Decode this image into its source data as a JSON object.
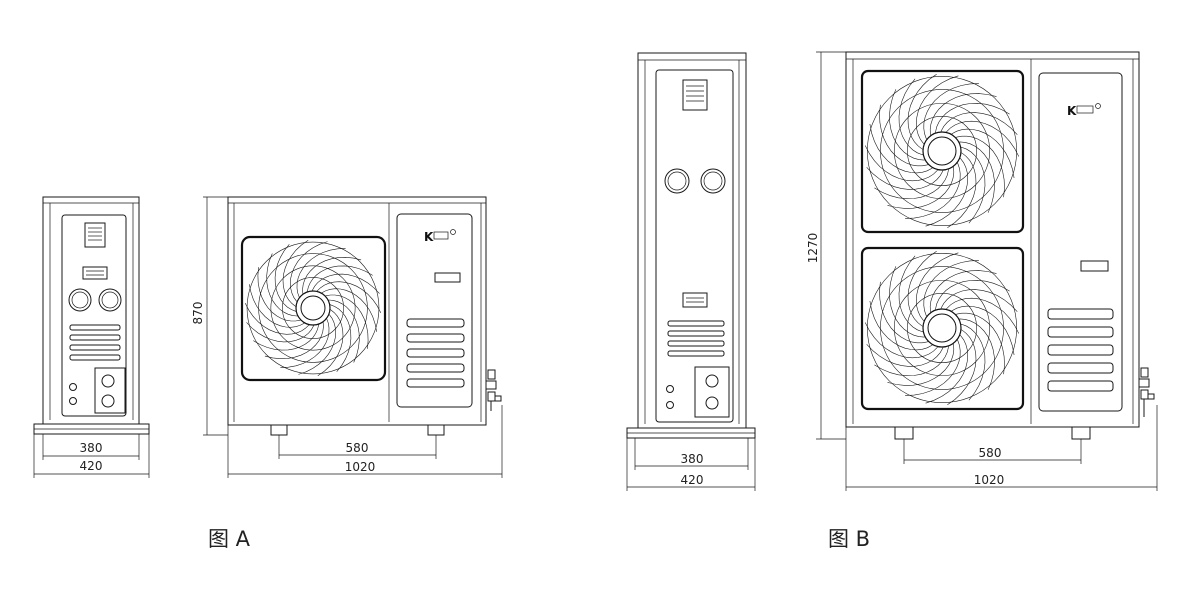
{
  "figure_a": {
    "caption": "图 A",
    "side_view": {
      "dim_inner": "380",
      "dim_outer": "420"
    },
    "front_view": {
      "dim_height": "870",
      "dim_feet": "580",
      "dim_width": "1020"
    }
  },
  "figure_b": {
    "caption": "图 B",
    "side_view": {
      "dim_inner": "380",
      "dim_outer": "420"
    },
    "front_view": {
      "dim_height": "1270",
      "dim_feet": "580",
      "dim_width": "1020"
    }
  }
}
